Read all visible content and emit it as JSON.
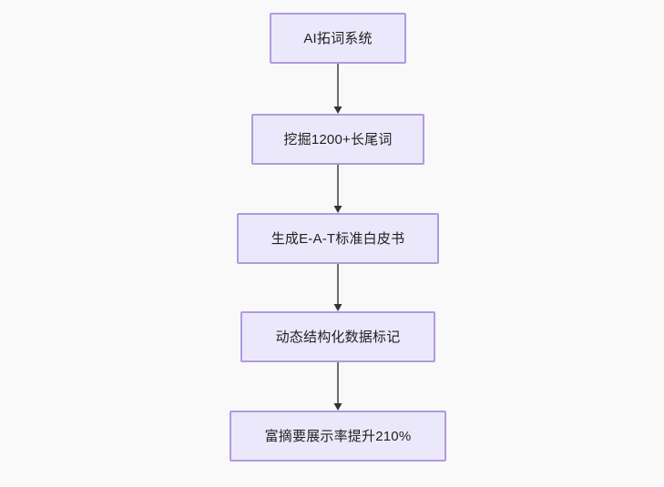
{
  "page": {
    "background_color": "#f9f9f9",
    "type": "flowchart",
    "direction": "top-to-bottom"
  },
  "theme": {
    "node_fill": "#ece8fb",
    "node_border": "#b19ae0",
    "node_text": "#1f1f1f",
    "edge_color": "#6e6e6e",
    "arrowhead_color": "#333333"
  },
  "flowchart": {
    "nodes": [
      {
        "id": "node-1",
        "label": "AI拓词系统"
      },
      {
        "id": "node-2",
        "label": "挖掘1200+长尾词"
      },
      {
        "id": "node-3",
        "label": "生成E-A-T标准白皮书"
      },
      {
        "id": "node-4",
        "label": "动态结构化数据标记"
      },
      {
        "id": "node-5",
        "label": "富摘要展示率提升210%"
      }
    ],
    "edges": [
      {
        "id": "edge-1",
        "from": "node-1",
        "to": "node-2",
        "label": ""
      },
      {
        "id": "edge-2",
        "from": "node-2",
        "to": "node-3",
        "label": ""
      },
      {
        "id": "edge-3",
        "from": "node-3",
        "to": "node-4",
        "label": ""
      },
      {
        "id": "edge-4",
        "from": "node-4",
        "to": "node-5",
        "label": ""
      }
    ]
  }
}
